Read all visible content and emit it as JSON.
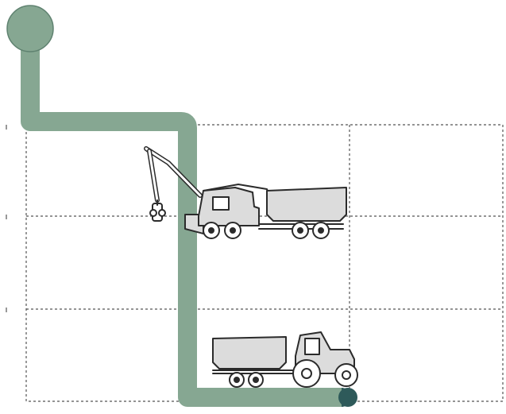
{
  "colors": {
    "background": "#ffffff",
    "route": "#86a792",
    "route_start": "#86a792",
    "route_end": "#2e5a5a",
    "grid": "#555555",
    "vehicle_fill": "#dcdcdc",
    "vehicle_outline": "#2b2b2b"
  },
  "diagram": {
    "grid": {
      "columns": 3,
      "rows": 3,
      "style": "dashed"
    },
    "route": {
      "start_marker": "circle",
      "end_marker": "half-circle"
    },
    "vehicles": [
      {
        "kind": "forwarder-with-crane-and-trailer",
        "icon": "forwarder-icon"
      },
      {
        "kind": "tractor-with-trailer",
        "icon": "tractor-icon"
      }
    ]
  }
}
